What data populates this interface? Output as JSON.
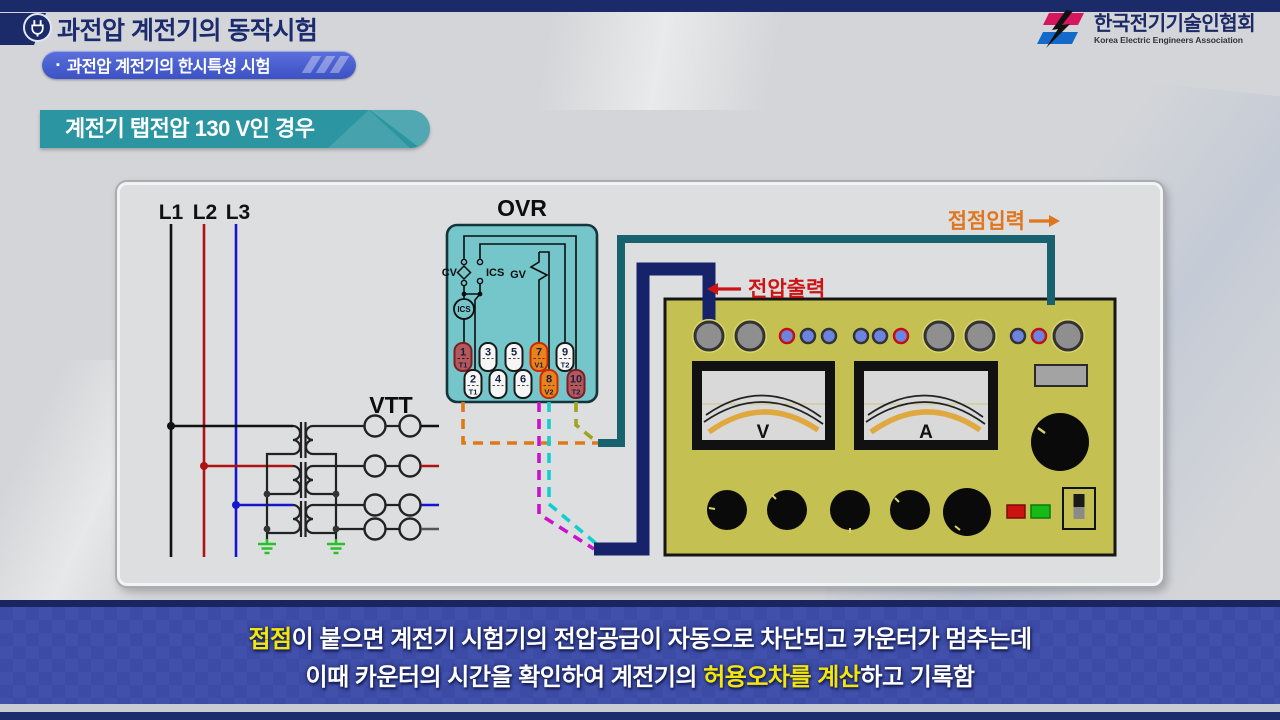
{
  "colors": {
    "header_navy": "#1b2b69",
    "subtitle_pill_blue": "#4a5fd0",
    "banner_teal": "#2b95a1",
    "caption_blue": "#3c4ba6",
    "highlight_yellow": "#f3e60a",
    "wire_navy": "#16236b",
    "wire_teal": "#186270",
    "wire_orange_dashed": "#e07818",
    "wire_olive_dashed": "#9da41e",
    "wire_magenta_dashed": "#cc11cc",
    "wire_cyan_dashed": "#12cfcf",
    "tester_body_olive": "#c4c152",
    "ovr_body_teal": "#74c6cb",
    "phase_l1": "#111111",
    "phase_l2": "#b01212",
    "phase_l3": "#1515cc"
  },
  "header": {
    "title": "과전압 계전기의 동작시험",
    "subtitle_bullet": "▪",
    "subtitle": "과전압 계전기의 한시특성 시험",
    "logo_kr": "한국전기기술인협회",
    "logo_en": "Korea Electric Engineers Association"
  },
  "banner": {
    "text": "계전기 탭전압 130 V인 경우"
  },
  "diagram": {
    "phases": [
      "L1",
      "L2",
      "L3"
    ],
    "vtt_label": "VTT",
    "ovr": {
      "label": "OVR",
      "cv": "CV",
      "ics_contact": "ICS",
      "ics_coil": "ICS",
      "gv": "GV",
      "top": [
        {
          "num": "1",
          "label": "T1"
        },
        {
          "num": "3",
          "label": ""
        },
        {
          "num": "5",
          "label": ""
        },
        {
          "num": "7",
          "label": "V1"
        },
        {
          "num": "9",
          "label": "T2"
        }
      ],
      "bottom": [
        {
          "num": "2",
          "label": "T1"
        },
        {
          "num": "4",
          "label": ""
        },
        {
          "num": "6",
          "label": ""
        },
        {
          "num": "8",
          "label": "V2"
        },
        {
          "num": "10",
          "label": "T2"
        }
      ]
    },
    "wires": {
      "contact_input": "접점입력",
      "voltage_output": "전압출력"
    },
    "tester": {
      "volt": "V",
      "amp": "A"
    }
  },
  "caption": {
    "line1_hl": "접점",
    "line1_rest": "이 붙으면 계전기 시험기의 전압공급이 자동으로 차단되고 카운터가 멈추는데",
    "line2_pre": "이때 카운터의 시간을 확인하여 계전기의 ",
    "line2_hl": "허용오차를 계산",
    "line2_post": "하고 기록함"
  }
}
